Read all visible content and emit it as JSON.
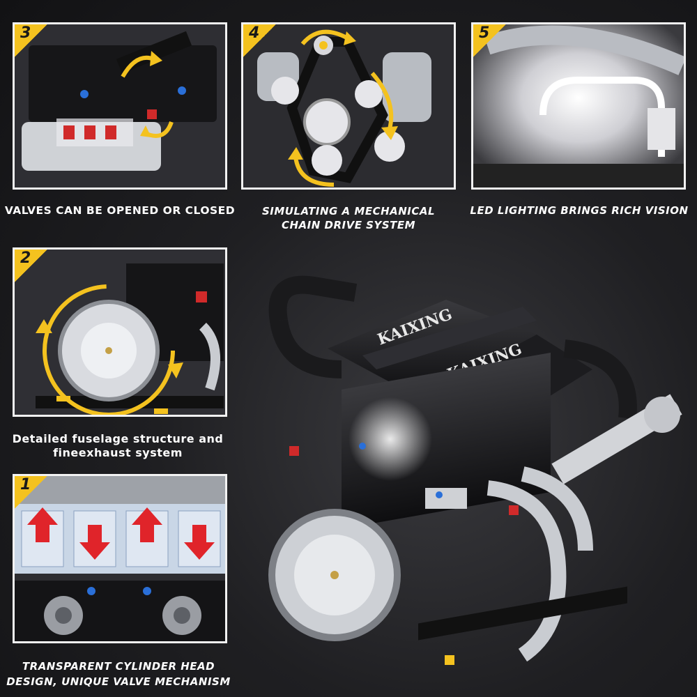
{
  "panels": [
    {
      "number": "3",
      "caption": "VALVES CAN BE OPENED OR CLOSED"
    },
    {
      "number": "4",
      "caption": "SIMULATING A MECHANICAL CHAIN DRIVE SYSTEM"
    },
    {
      "number": "5",
      "caption": "LED LIGHTING BRINGS RICH VISION"
    },
    {
      "number": "2",
      "caption": "Detailed fuselage structure and fineexhaust system"
    },
    {
      "number": "1",
      "caption": "TRANSPARENT CYLINDER HEAD DESIGN, UNIQUE VALVE MECHANISM"
    }
  ],
  "engine": {
    "brand_top": "KAIXING",
    "brand_bottom": "KAIXING"
  },
  "colors": {
    "accent": "#f4c21f",
    "arrow_red": "#e0242a",
    "frame": "#f2f2f2",
    "dark": "#1a1a1c"
  }
}
